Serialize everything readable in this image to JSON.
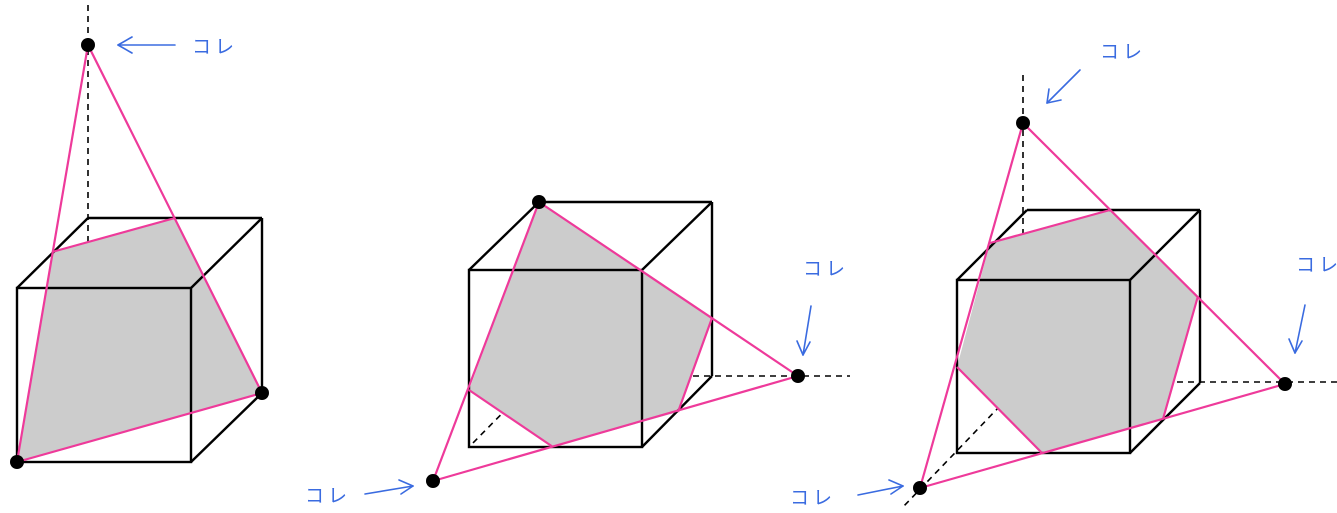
{
  "colors": {
    "edge": "#000000",
    "hidden_edge": "#000000",
    "cut_line": "#ee3a9a",
    "section_fill": "#cccccc",
    "annotation": "#3a6be0",
    "vertex": "#000000"
  },
  "figures": [
    {
      "id": "triangle-section",
      "callouts": [
        {
          "text": "コレ"
        }
      ]
    },
    {
      "id": "pentagon-section",
      "callouts": [
        {
          "text": "コレ"
        },
        {
          "text": "コレ"
        }
      ]
    },
    {
      "id": "hexagon-section",
      "callouts": [
        {
          "text": "コレ"
        },
        {
          "text": "コレ"
        },
        {
          "text": "コレ"
        }
      ]
    }
  ]
}
